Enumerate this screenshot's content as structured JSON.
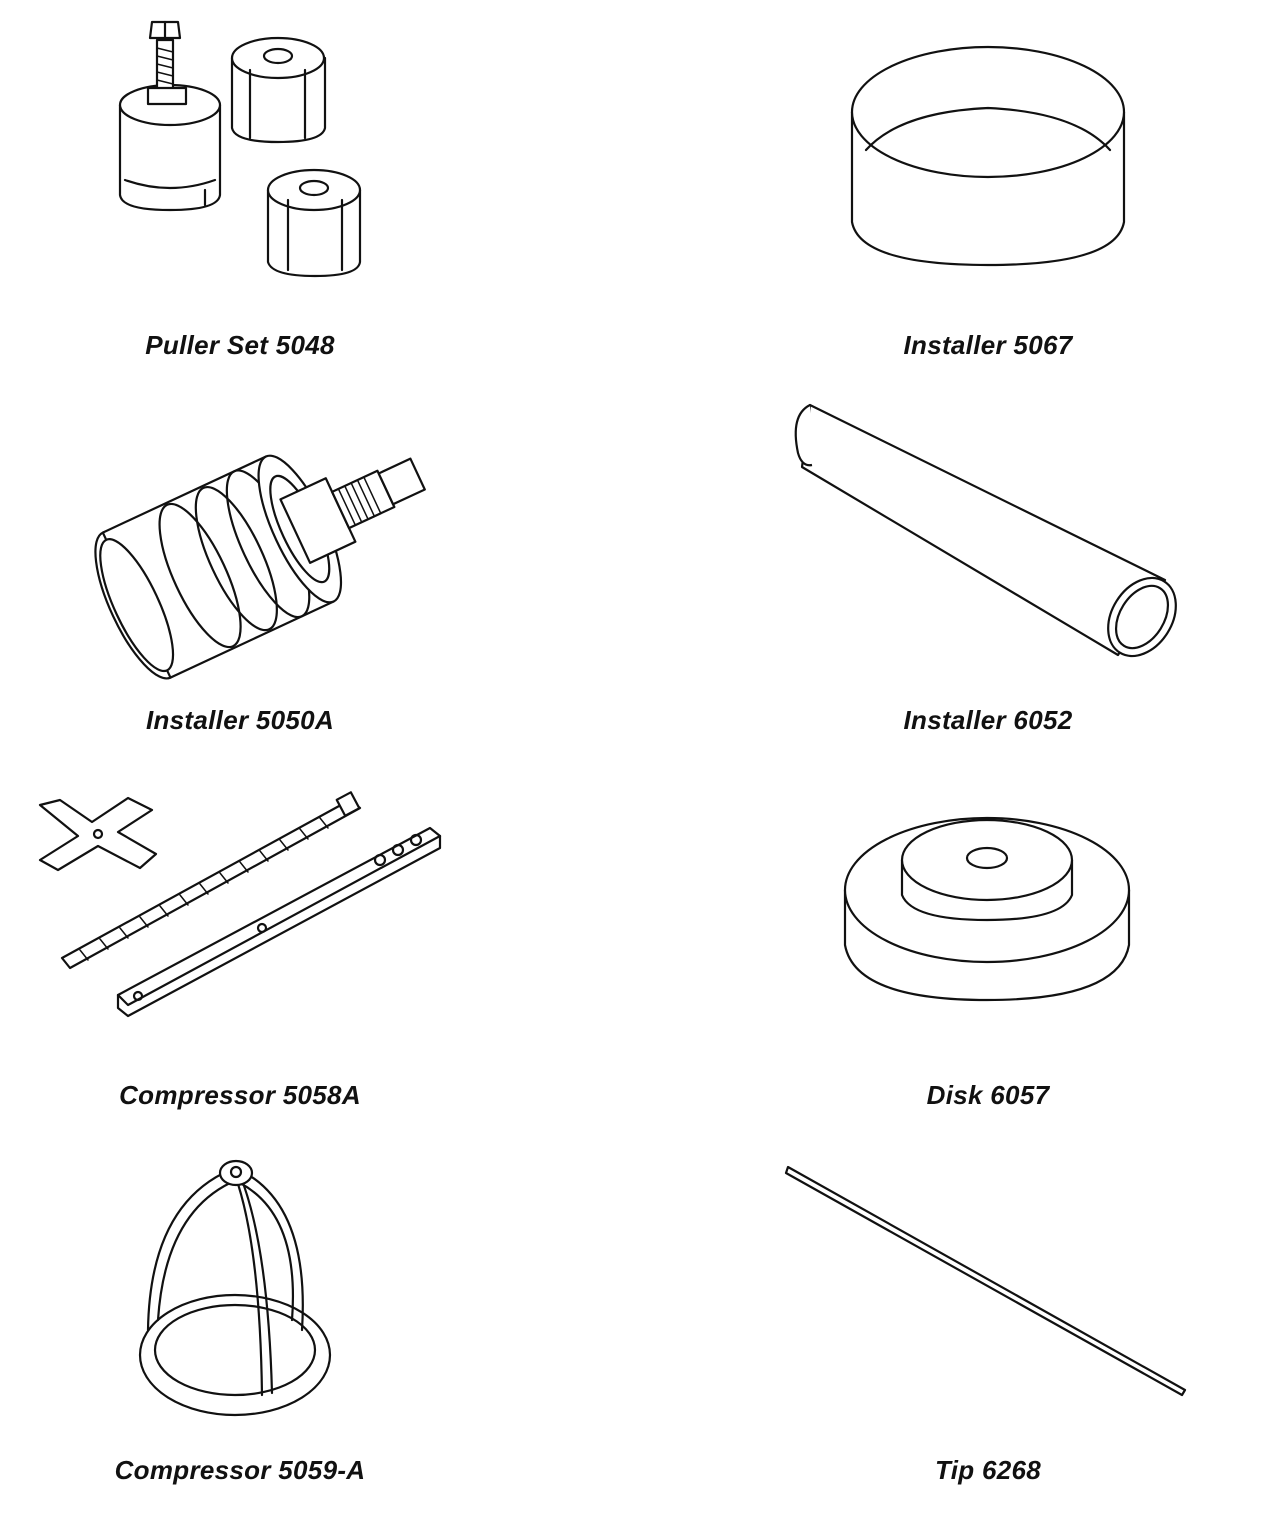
{
  "tools": [
    {
      "label": "Puller Set 5048"
    },
    {
      "label": "Installer 5067"
    },
    {
      "label": "Installer 5050A"
    },
    {
      "label": "Installer 6052"
    },
    {
      "label": "Compressor 5058A"
    },
    {
      "label": "Disk 6057"
    },
    {
      "label": "Compressor 5059-A"
    },
    {
      "label": "Tip 6268"
    }
  ]
}
